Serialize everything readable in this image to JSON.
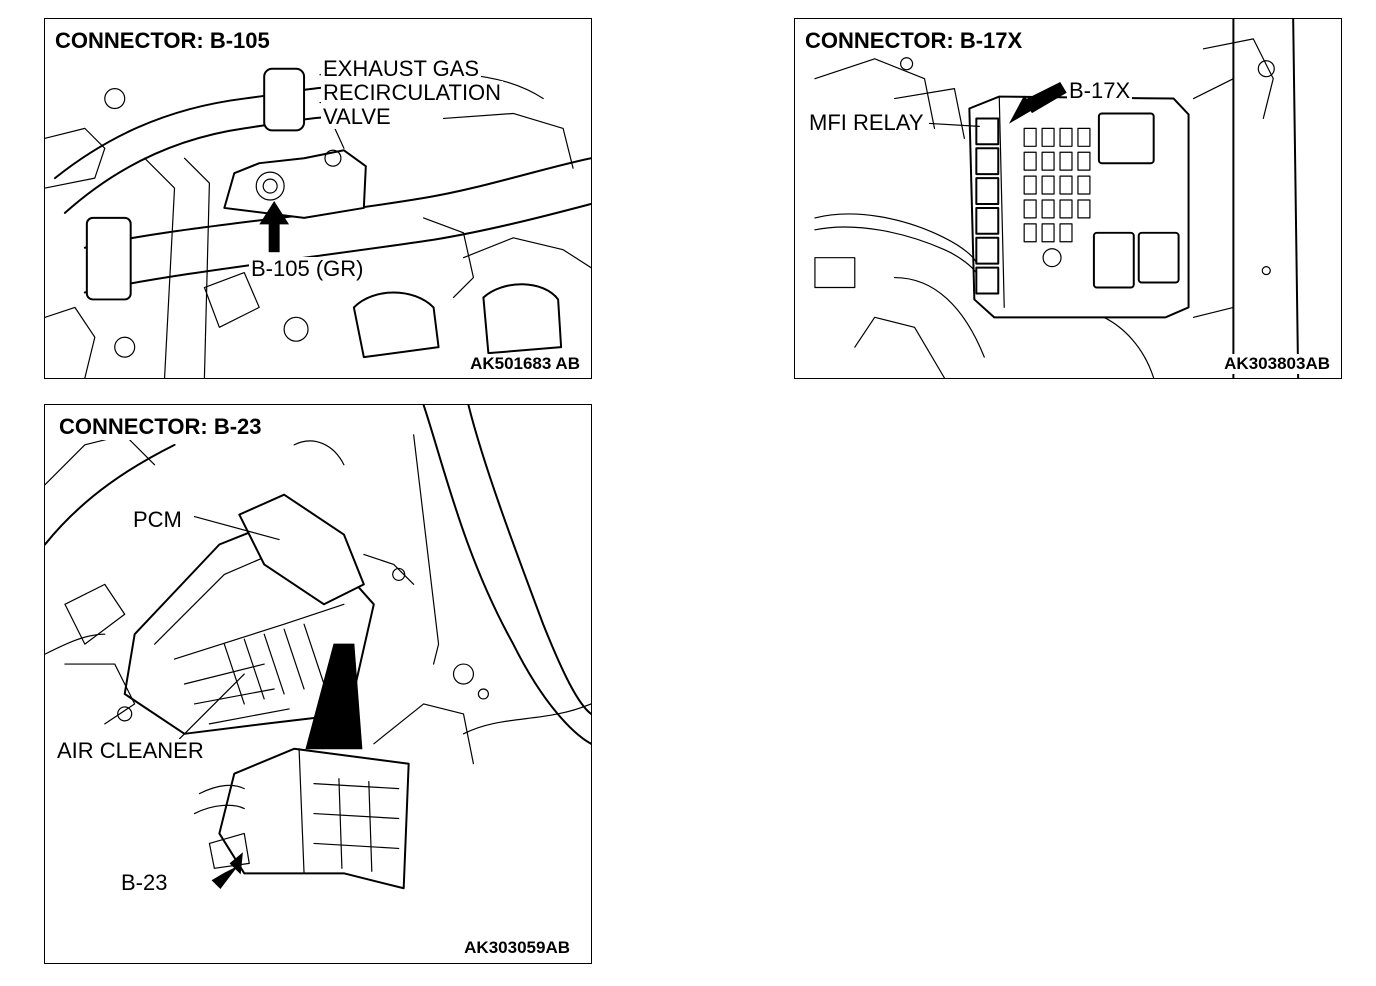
{
  "panels": [
    {
      "title": "CONNECTOR: B-105",
      "labels": [
        "EXHAUST GAS",
        "RECIRCULATION",
        "VALVE",
        "B-105 (GR)"
      ],
      "code": "AK501683 AB"
    },
    {
      "title": "CONNECTOR: B-17X",
      "labels": [
        "B-17X",
        "MFI RELAY"
      ],
      "code": "AK303803AB"
    },
    {
      "title": "CONNECTOR: B-23",
      "labels": [
        "PCM",
        "AIR CLEANER",
        "B-23"
      ],
      "code": "AK303059AB"
    }
  ]
}
